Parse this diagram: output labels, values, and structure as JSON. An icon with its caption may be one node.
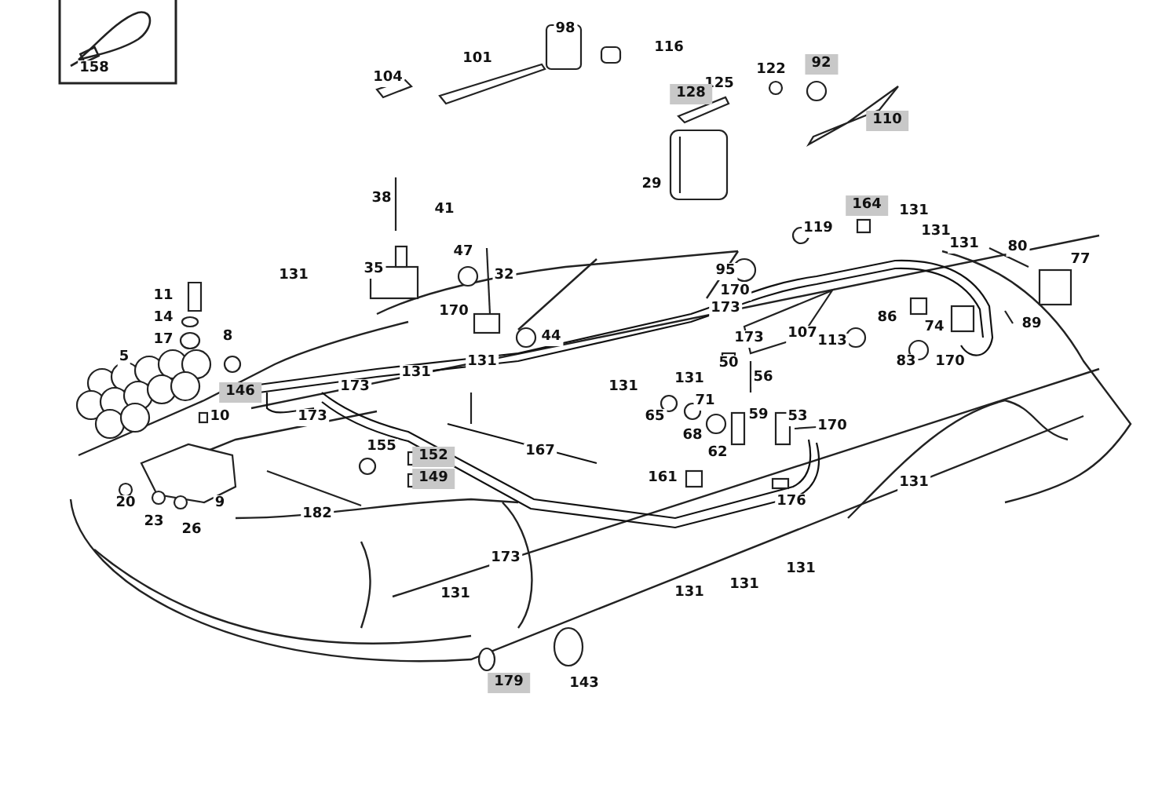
{
  "diagram": {
    "labels": [
      "158",
      "98",
      "116",
      "104",
      "101",
      "125",
      "122",
      "128",
      "92",
      "110",
      "29",
      "38",
      "41",
      "164",
      "131",
      "131",
      "131",
      "119",
      "47",
      "95",
      "80",
      "77",
      "35",
      "32",
      "11",
      "170",
      "173",
      "131",
      "170",
      "86",
      "74",
      "89",
      "14",
      "107",
      "8",
      "44",
      "17",
      "113",
      "173",
      "5",
      "131",
      "131",
      "83",
      "170",
      "131",
      "50",
      "131",
      "173",
      "56",
      "146",
      "173",
      "65",
      "71",
      "10",
      "68",
      "59",
      "53",
      "62",
      "170",
      "167",
      "155",
      "152",
      "149",
      "20",
      "9",
      "23",
      "26",
      "182",
      "161",
      "131",
      "176",
      "173",
      "131",
      "131",
      "131",
      "131",
      "179",
      "143"
    ]
  }
}
